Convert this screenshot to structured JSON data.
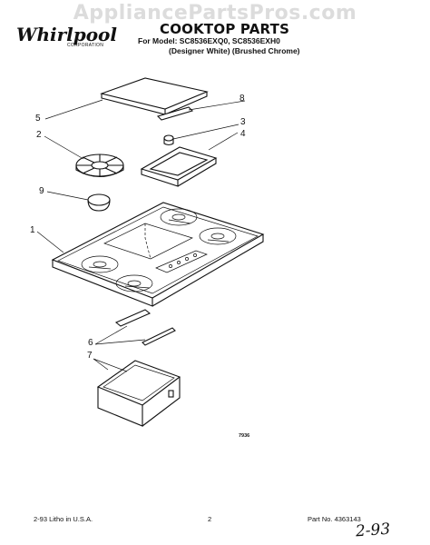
{
  "watermark": "AppliancePartsPros.com",
  "brand": {
    "name": "Whirlpool",
    "subtitle": "CORPORATION"
  },
  "header": {
    "title": "COOKTOP PARTS",
    "model_line": "For Model:   SC8536EXQ0,  SC8536EXH0",
    "variant_line": "(Designer White)   (Brushed Chrome)"
  },
  "callouts": [
    "1",
    "2",
    "3",
    "4",
    "5",
    "6",
    "7",
    "8",
    "9"
  ],
  "figure_code": "7936",
  "footer": {
    "left": "2-93  Litho in U.S.A.",
    "center": "2",
    "right": "Part No. 4363143"
  },
  "handwritten_note": "2-93"
}
